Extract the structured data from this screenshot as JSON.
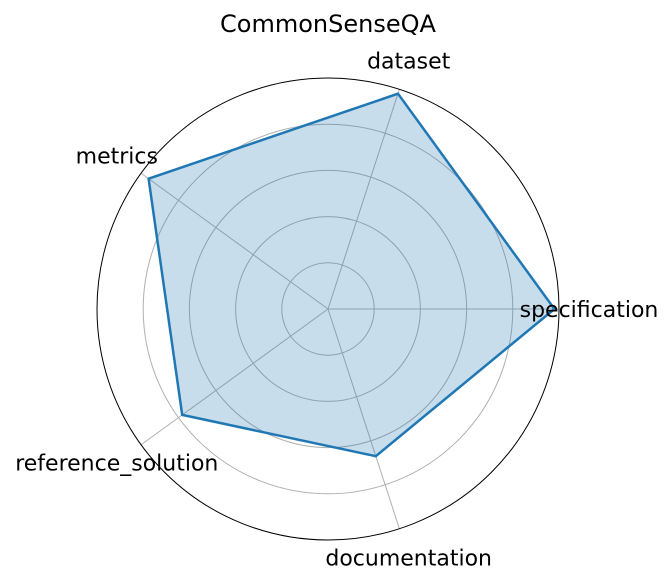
{
  "chart_data": {
    "type": "radar",
    "title": "CommonSenseQA",
    "axes": [
      "specification",
      "dataset",
      "metrics",
      "reference_solution",
      "documentation"
    ],
    "series": [
      {
        "values": [
          0.98,
          0.98,
          0.96,
          0.78,
          0.67
        ],
        "color": "#1f77b4"
      }
    ],
    "rlim": [
      0,
      1
    ],
    "rgrid": [
      0.2,
      0.4,
      0.6,
      0.8
    ],
    "grid": true
  }
}
